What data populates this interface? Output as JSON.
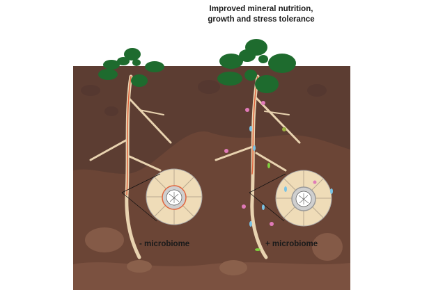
{
  "title_line1": "Improved mineral nutrition,",
  "title_line2": "growth and stress tolerance",
  "left_label": "- microbiome",
  "right_label": "+ microbiome",
  "colors": {
    "soil_top": "#5c3d32",
    "soil_mid": "#6b4536",
    "soil_low": "#7b5140",
    "leaf": "#1e6b2e",
    "root": "#e9d3b0",
    "root_core": "#e0663f",
    "cell": "#efdcb8"
  }
}
